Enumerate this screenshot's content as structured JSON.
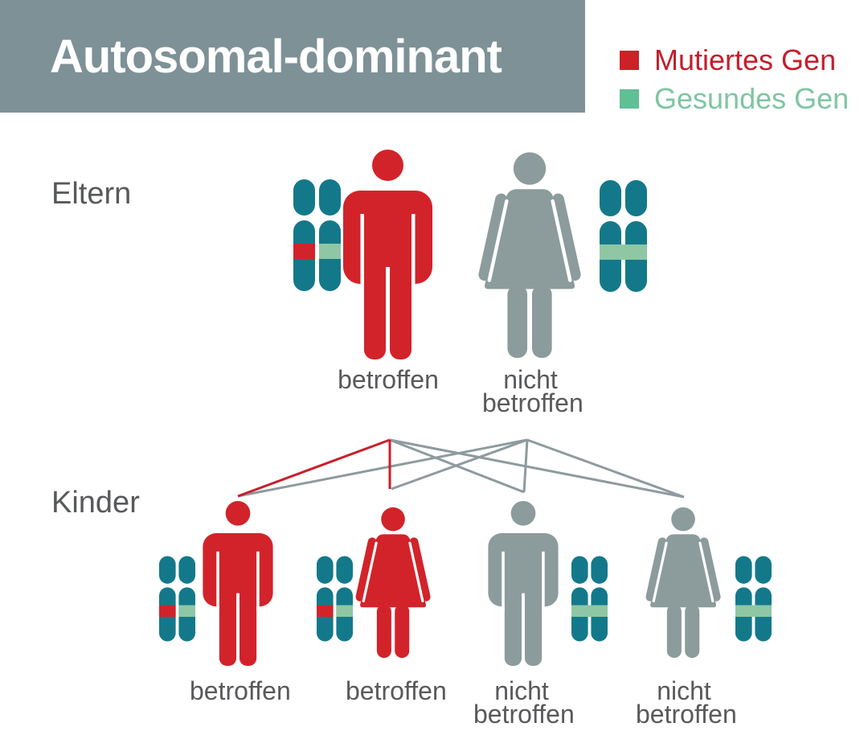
{
  "header": {
    "title": "Autosomal-dominant"
  },
  "legend": {
    "items": [
      {
        "label": "Mutiertes Gen",
        "gene": "mutated"
      },
      {
        "label": "Gesundes Gen",
        "gene": "healthy"
      }
    ]
  },
  "parents": {
    "section_label": "Eltern",
    "father": {
      "sex": "male",
      "affected": true,
      "status_label": "betroffen",
      "genes": [
        "mutated",
        "healthy"
      ]
    },
    "mother": {
      "sex": "female",
      "affected": false,
      "status_lines": [
        "nicht",
        "betroffen"
      ],
      "genes": [
        "healthy",
        "healthy"
      ]
    }
  },
  "children": {
    "section_label": "Kinder",
    "items": [
      {
        "sex": "male",
        "affected": true,
        "status_label": "betroffen",
        "genes": [
          "mutated",
          "healthy"
        ]
      },
      {
        "sex": "female",
        "affected": true,
        "status_label": "betroffen",
        "genes": [
          "mutated",
          "healthy"
        ]
      },
      {
        "sex": "male",
        "affected": false,
        "status_lines": [
          "nicht",
          "betroffen"
        ],
        "genes": [
          "healthy",
          "healthy"
        ]
      },
      {
        "sex": "female",
        "affected": false,
        "status_lines": [
          "nicht",
          "betroffen"
        ],
        "genes": [
          "healthy",
          "healthy"
        ]
      }
    ]
  },
  "palette": {
    "header-bg": "#7D9196",
    "title-text": "#FFFFFF",
    "affected-red": "#D2232A",
    "unaffected-gray": "#8C9B9C",
    "chromosome-teal": "#13798A",
    "gene-green": "#8FC7A5",
    "legend-red-text": "#C41E2D",
    "legend-green-text": "#7FC5A3",
    "legend-red-swatch": "#CC2127",
    "legend-green-swatch": "#5FBF95",
    "label-gray": "#58595B",
    "line-gray": "#8E9B9E",
    "line-red": "#C9202B"
  }
}
